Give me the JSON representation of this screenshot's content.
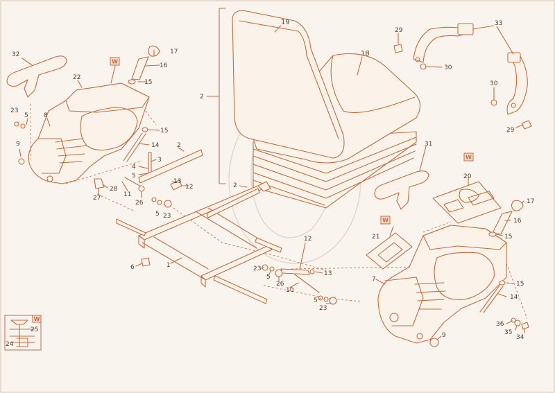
{
  "colors": {
    "line": "#c56a3d",
    "background": "#f9f5ee",
    "label": "#5a3a2a"
  },
  "w_tag": "W",
  "labels": {
    "l1": "1",
    "l2a": "2",
    "l2b": "2",
    "l2c": "2",
    "l3": "3",
    "l4": "4",
    "l5a": "5",
    "l5b": "5",
    "l5c": "5",
    "l5d": "5",
    "l5e": "5",
    "l6": "6",
    "l7": "7",
    "l8": "8",
    "l9a": "9",
    "l9b": "9",
    "l10": "10",
    "l11": "11",
    "l12a": "12",
    "l12b": "12",
    "l13a": "13",
    "l13b": "13",
    "l14a": "14",
    "l14b": "14",
    "l15a": "15",
    "l15b": "15",
    "l15c": "15",
    "l15d": "15",
    "l16a": "16",
    "l16b": "16",
    "l17a": "17",
    "l17b": "17",
    "l18": "18",
    "l19": "19",
    "l20": "20",
    "l21": "21",
    "l22": "22",
    "l23a": "23",
    "l23b": "23",
    "l23c": "23",
    "l23d": "23",
    "l24": "24",
    "l25": "25",
    "l26a": "26",
    "l26b": "26",
    "l27": "27",
    "l28": "28",
    "l29a": "29",
    "l29b": "29",
    "l30a": "30",
    "l30b": "30",
    "l31": "31",
    "l32": "32",
    "l33": "33",
    "l34": "34",
    "l35": "35",
    "l36": "36"
  }
}
